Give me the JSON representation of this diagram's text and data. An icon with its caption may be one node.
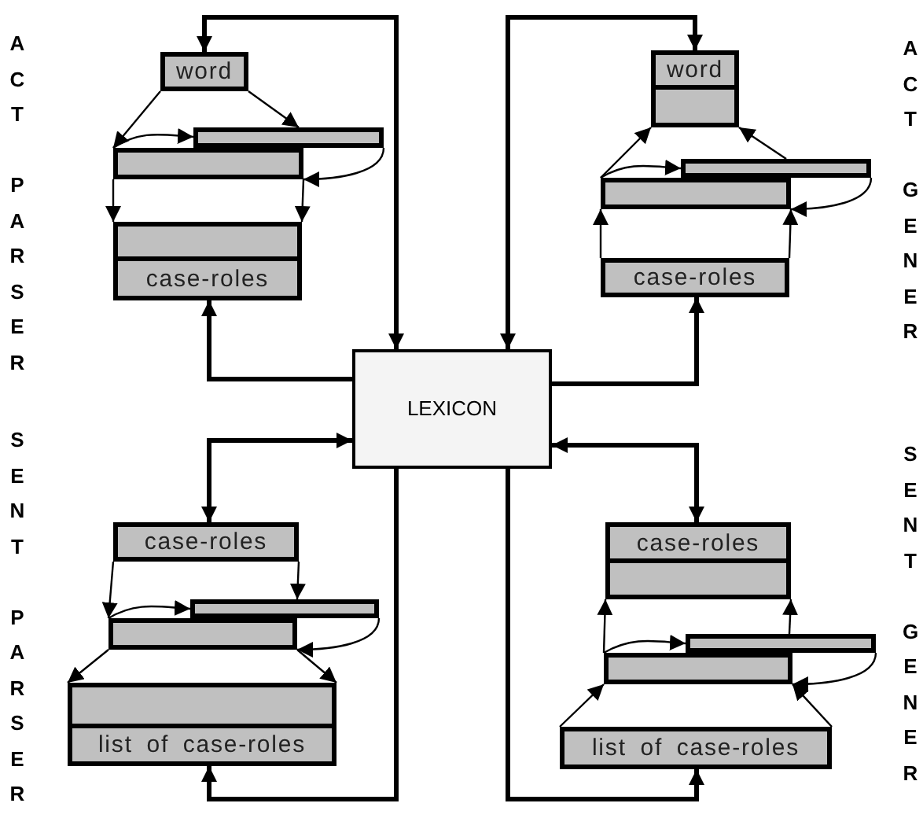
{
  "diagram": {
    "nodes": [
      {
        "text": [
          "word"
        ]
      },
      {
        "text": [],
        "shape": "box"
      },
      {
        "text": [],
        "shape": "box"
      },
      {
        "text": [],
        "shape": "box"
      },
      {
        "text": [
          "case-roles"
        ]
      },
      {
        "text": [
          "word"
        ]
      },
      {
        "text": [],
        "shape": "box"
      },
      {
        "text": [],
        "shape": "box"
      },
      {
        "text": [],
        "shape": "box"
      },
      {
        "text": [
          "case-roles"
        ]
      },
      {
        "text": [
          "LEXICON"
        ]
      },
      {
        "text": [
          "case-roles"
        ]
      },
      {
        "text": [],
        "shape": "box"
      },
      {
        "text": [],
        "shape": "box"
      },
      {
        "text": [],
        "shape": "box"
      },
      {
        "text": [
          "list of case-roles"
        ]
      },
      {
        "text": [
          "case-roles"
        ]
      },
      {
        "text": [],
        "shape": "box"
      },
      {
        "text": [],
        "shape": "box"
      },
      {
        "text": [],
        "shape": "box"
      },
      {
        "text": [
          "list of case-roles"
        ]
      }
    ],
    "edges": [
      {
        "from": 10,
        "to": 0,
        "arrow": "both",
        "style": "thick"
      },
      {
        "from": 0,
        "to": 2,
        "arrow": "to"
      },
      {
        "from": 0,
        "to": 1,
        "arrow": "to"
      },
      {
        "from": 2,
        "to": 1,
        "arrow": "to"
      },
      {
        "from": 1,
        "to": 2,
        "arrow": "to"
      },
      {
        "from": 2,
        "to": 3,
        "arrow": "to"
      },
      {
        "from": 2,
        "to": 3,
        "arrow": "to"
      },
      {
        "from": 10,
        "to": 4,
        "arrow": "to",
        "style": "thick"
      },
      {
        "from": 10,
        "to": 5,
        "arrow": "both",
        "style": "thick"
      },
      {
        "from": 8,
        "to": 6,
        "arrow": "to"
      },
      {
        "from": 7,
        "to": 6,
        "arrow": "to"
      },
      {
        "from": 8,
        "to": 7,
        "arrow": "to"
      },
      {
        "from": 7,
        "to": 8,
        "arrow": "to"
      },
      {
        "from": 9,
        "to": 8,
        "arrow": "to"
      },
      {
        "from": 9,
        "to": 8,
        "arrow": "to"
      },
      {
        "from": 10,
        "to": 9,
        "arrow": "to",
        "style": "thick"
      },
      {
        "from": 10,
        "to": 11,
        "arrow": "both",
        "style": "thick"
      },
      {
        "from": 11,
        "to": 13,
        "arrow": "to"
      },
      {
        "from": 11,
        "to": 12,
        "arrow": "to"
      },
      {
        "from": 13,
        "to": 12,
        "arrow": "to"
      },
      {
        "from": 12,
        "to": 13,
        "arrow": "to"
      },
      {
        "from": 13,
        "to": 14,
        "arrow": "to"
      },
      {
        "from": 13,
        "to": 14,
        "arrow": "to"
      },
      {
        "from": 10,
        "to": 15,
        "arrow": "to",
        "style": "thick"
      },
      {
        "from": 10,
        "to": 16,
        "arrow": "both",
        "style": "thick"
      },
      {
        "from": 19,
        "to": 17,
        "arrow": "to"
      },
      {
        "from": 18,
        "to": 17,
        "arrow": "to"
      },
      {
        "from": 19,
        "to": 18,
        "arrow": "to"
      },
      {
        "from": 18,
        "to": 19,
        "arrow": "to"
      },
      {
        "from": 20,
        "to": 19,
        "arrow": "to"
      },
      {
        "from": 20,
        "to": 19,
        "arrow": "to"
      },
      {
        "from": 10,
        "to": 20,
        "arrow": "to",
        "style": "thick"
      }
    ],
    "labels": [
      "ACT PARSER",
      "ACT GENER",
      "SENT PARSER",
      "SENT GENER"
    ]
  }
}
